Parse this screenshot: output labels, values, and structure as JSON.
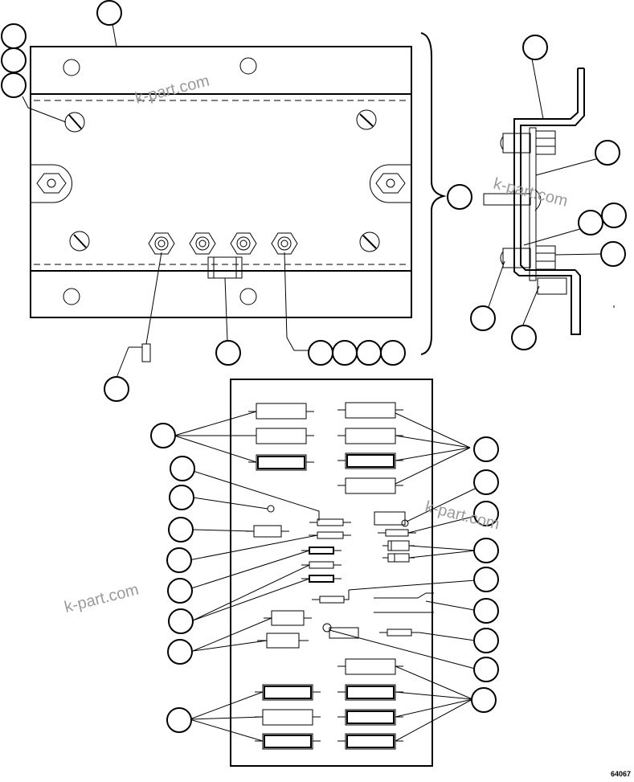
{
  "watermarks": [
    "k-part.com",
    "k-part.com",
    "k-part.com",
    "k-part.com"
  ],
  "drawing_code": "64067"
}
